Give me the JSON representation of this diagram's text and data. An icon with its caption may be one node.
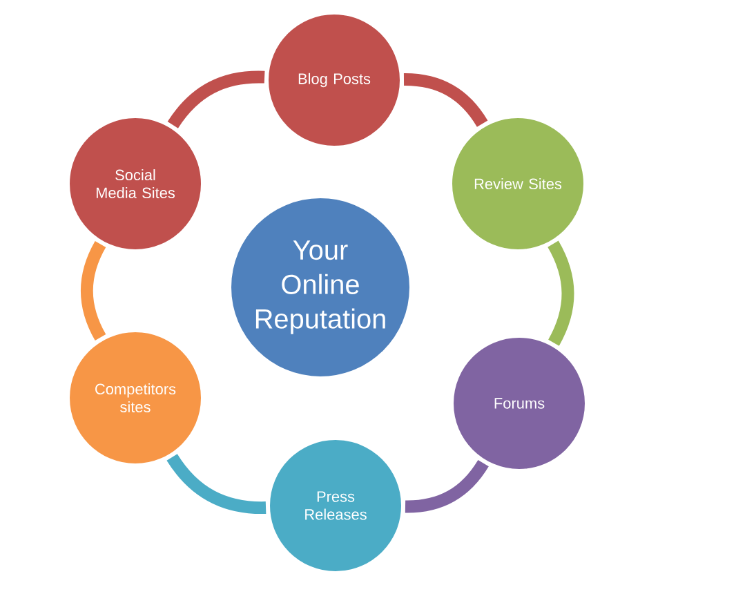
{
  "diagram": {
    "nodes": [
      {
        "text": [
          "Your Online Reputation"
        ]
      },
      {
        "text": [
          "Blog Posts"
        ]
      },
      {
        "text": [
          "Review Sites"
        ]
      },
      {
        "text": [
          "Forums"
        ]
      },
      {
        "text": [
          "Press Releases"
        ]
      },
      {
        "text": [
          "Competitors sites"
        ]
      },
      {
        "text": [
          "Social Media Sites"
        ]
      }
    ],
    "edges": [
      {
        "from": 1,
        "to": 2,
        "arrow": "none",
        "color": "#c0504d"
      },
      {
        "from": 2,
        "to": 3,
        "arrow": "none",
        "color": "#9bbb59"
      },
      {
        "from": 3,
        "to": 4,
        "arrow": "none",
        "color": "#8064a2"
      },
      {
        "from": 4,
        "to": 5,
        "arrow": "none",
        "color": "#4bacc6"
      },
      {
        "from": 5,
        "to": 6,
        "arrow": "none",
        "color": "#f79646"
      },
      {
        "from": 6,
        "to": 1,
        "arrow": "none",
        "color": "#c0504d"
      }
    ]
  }
}
